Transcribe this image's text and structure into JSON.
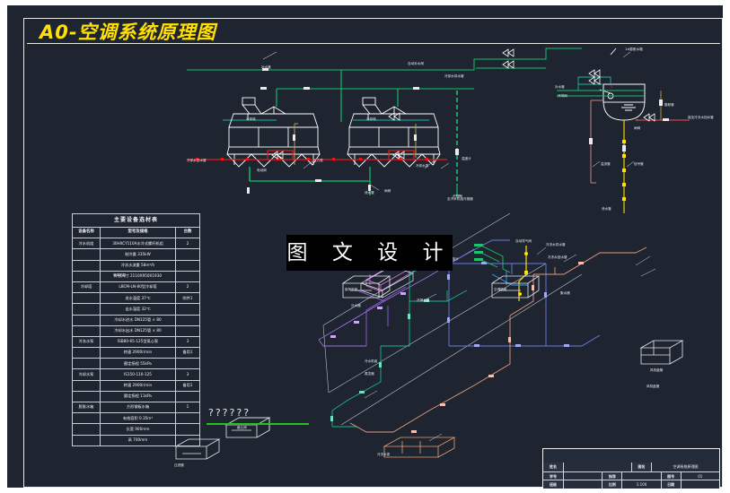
{
  "drawing": {
    "title": "A0-空调系统原理图",
    "watermark": "图 文 设 计",
    "placeholder_marks": "??????",
    "background_color": "#1e2430",
    "accent_color": "#ffe000"
  },
  "material_table": {
    "caption": "主要设备选材表",
    "columns": [
      "设备名称",
      "型号及规格",
      "台数"
    ],
    "rows": [
      {
        "name": "冷水机组",
        "spec": "30HXCY110A水冷式螺杆机组",
        "qty": "2"
      },
      {
        "name": "",
        "spec": "制冷量 335kW",
        "qty": ""
      },
      {
        "name": "",
        "spec": "冷冻水流量 58m³/h",
        "qty": ""
      },
      {
        "name": "",
        "spec": "外形尺寸 2110X950X1930",
        "qty": ""
      },
      {
        "name": "冷却塔",
        "spec": "LBCM-LN-80型冷却塔",
        "qty": "2"
      },
      {
        "name": "",
        "spec": "进水温度 37℃",
        "qty": "附件1"
      },
      {
        "name": "",
        "spec": "出水温度 32℃",
        "qty": ""
      },
      {
        "name": "",
        "spec": "冷却水进水 DN125管 × 80",
        "qty": ""
      },
      {
        "name": "",
        "spec": "冷却水出水 DN125管 × 80",
        "qty": ""
      },
      {
        "name": "冷冻水泵",
        "spec": "ISB80-65-125型离心泵",
        "qty": "3"
      },
      {
        "name": "",
        "spec": "转速 2900r/min",
        "qty": "备用1"
      },
      {
        "name": "",
        "spec": "额定扬程 55kPa",
        "qty": ""
      },
      {
        "name": "冷却水泵",
        "spec": "IS150-110-125",
        "qty": "3"
      },
      {
        "name": "",
        "spec": "转速 2900r/min",
        "qty": "备用1"
      },
      {
        "name": "",
        "spec": "额定扬程 11kPa",
        "qty": ""
      },
      {
        "name": "膨胀水箱",
        "spec": "方形钢板水箱",
        "qty": "1"
      },
      {
        "name": "",
        "spec": "有效容积 0.35m³",
        "qty": ""
      },
      {
        "name": "",
        "spec": "长宽 900mm",
        "qty": ""
      },
      {
        "name": "",
        "spec": "高 700mm",
        "qty": ""
      }
    ]
  },
  "title_block": {
    "rows": [
      [
        {
          "label": "姓名",
          "value": ""
        },
        {
          "label": "图名",
          "value": "空调系统原理图"
        }
      ],
      [
        {
          "label": "学号",
          "value": ""
        },
        {
          "label": "指导",
          "value": ""
        },
        {
          "label": "图号",
          "value": "01"
        }
      ],
      [
        {
          "label": "班级",
          "value": ""
        },
        {
          "label": "比例",
          "value": "1:100"
        },
        {
          "label": "日期",
          "value": ""
        }
      ]
    ]
  },
  "schematic_labels": {
    "top_section": [
      "冷却塔",
      "冷却塔",
      "补水管",
      "自动补水阀",
      "冷却水供水管",
      "冷却水回水管",
      "冷却水泵",
      "冷却水泵",
      "电动阀",
      "闸阀",
      "止回阀",
      "温度计",
      "压力表",
      "至冷水机组冷凝器",
      "泄水管"
    ],
    "tank_section": [
      "1#膨胀水箱",
      "补水管",
      "溢流管",
      "信号管",
      "泄水管",
      "浮球阀",
      "膨胀管",
      "接至冷冻水回水管",
      "闸阀"
    ],
    "isometric_section": [
      "新风机组",
      "空调机组",
      "风机盘管",
      "冷冻水供水管",
      "冷冻水回水管",
      "冷凝水管",
      "分水器",
      "集水器",
      "冷水机组",
      "蒸发器",
      "冷冻水泵",
      "自动排气阀",
      "软接头",
      "截止阀",
      "过滤器"
    ]
  }
}
